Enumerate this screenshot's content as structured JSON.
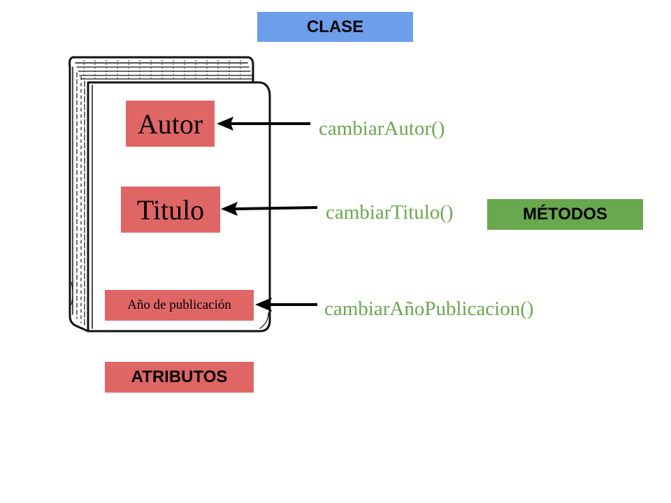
{
  "labels": {
    "clase": "CLASE",
    "metodos": "MÉTODOS",
    "atributos": "ATRIBUTOS"
  },
  "attributes": [
    {
      "text": "Autor"
    },
    {
      "text": "Titulo"
    },
    {
      "text": "Año de publicación"
    }
  ],
  "methods": [
    {
      "text": "cambiarAutor()"
    },
    {
      "text": "cambiarTitulo()"
    },
    {
      "text": "cambiarAñoPublicacion()"
    }
  ],
  "colors": {
    "clase_bg": "#6d9eeb",
    "metodos_bg": "#6aa84f",
    "atributos_bg": "#e06666",
    "method_text": "#6aa84f",
    "arrow": "#000000"
  },
  "icons": {
    "book": "book-icon"
  }
}
